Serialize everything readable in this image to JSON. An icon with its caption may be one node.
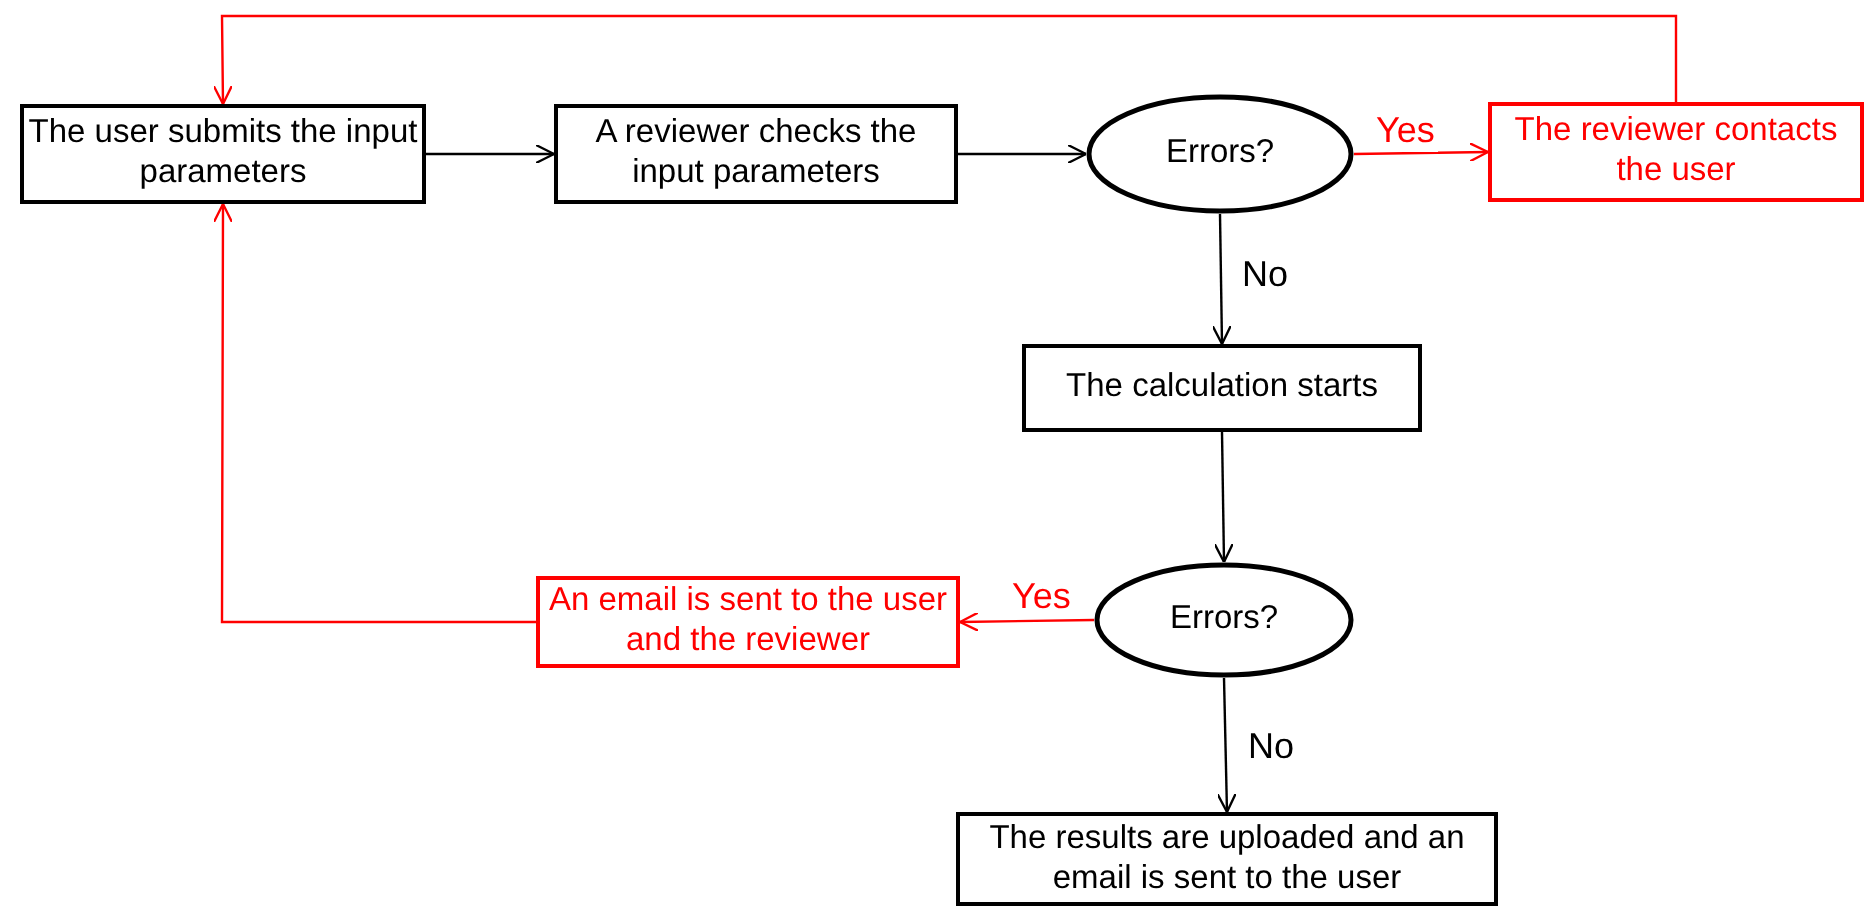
{
  "diagram": {
    "nodes": [
      {
        "text": [
          "The user submits the input parameters"
        ]
      },
      {
        "text": [
          "A reviewer checks the input parameters"
        ]
      },
      {
        "text": [
          "Errors?"
        ]
      },
      {
        "text": [
          "The reviewer contacts the user"
        ]
      },
      {
        "text": [
          "The calculation starts"
        ]
      },
      {
        "text": [
          "Errors?"
        ]
      },
      {
        "text": [
          "An email is sent to the user and the reviewer"
        ]
      },
      {
        "text": [
          "The results are uploaded and an email is sent to the user"
        ]
      }
    ],
    "edges": [
      {
        "from": 0,
        "to": 1,
        "arrow": "to"
      },
      {
        "from": 1,
        "to": 2,
        "arrow": "to"
      },
      {
        "from": 2,
        "to": 3,
        "arrow": "to",
        "label": "Yes",
        "color": "#ff0000"
      },
      {
        "from": 3,
        "to": 0,
        "arrow": "to",
        "color": "#ff0000"
      },
      {
        "from": 2,
        "to": 4,
        "arrow": "to",
        "label": "No"
      },
      {
        "from": 4,
        "to": 5,
        "arrow": "to"
      },
      {
        "from": 5,
        "to": 6,
        "arrow": "to",
        "label": "Yes",
        "color": "#ff0000"
      },
      {
        "from": 6,
        "to": 0,
        "arrow": "to",
        "color": "#ff0000"
      },
      {
        "from": 5,
        "to": 7,
        "arrow": "to",
        "label": "No"
      }
    ]
  }
}
